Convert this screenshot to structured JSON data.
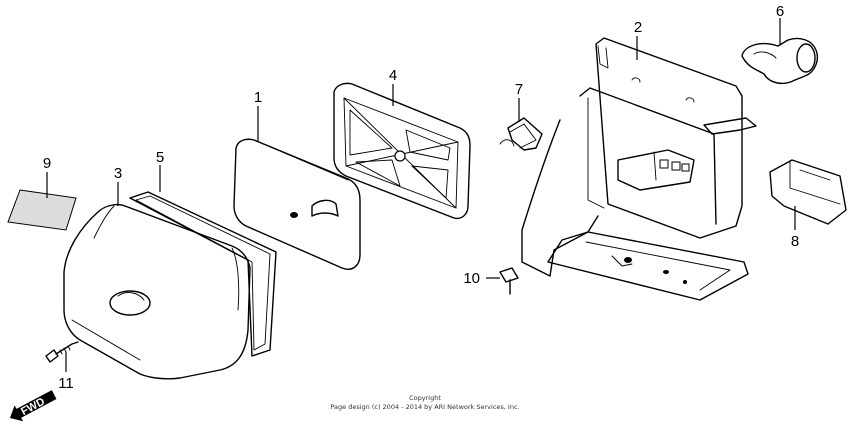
{
  "callouts": [
    {
      "id": "1",
      "label": "1"
    },
    {
      "id": "2",
      "label": "2"
    },
    {
      "id": "3",
      "label": "3"
    },
    {
      "id": "4",
      "label": "4"
    },
    {
      "id": "5",
      "label": "5"
    },
    {
      "id": "6",
      "label": "6"
    },
    {
      "id": "7",
      "label": "7"
    },
    {
      "id": "8",
      "label": "8"
    },
    {
      "id": "9",
      "label": "9"
    },
    {
      "id": "10",
      "label": "10"
    },
    {
      "id": "11",
      "label": "11"
    }
  ],
  "direction_marker": {
    "label": "FWD",
    "icon": "forward-arrow-icon"
  },
  "copyright": {
    "line1": "Copyright",
    "line2": "Page design (c) 2004 - 2014 by ARI Network Services, Inc."
  }
}
